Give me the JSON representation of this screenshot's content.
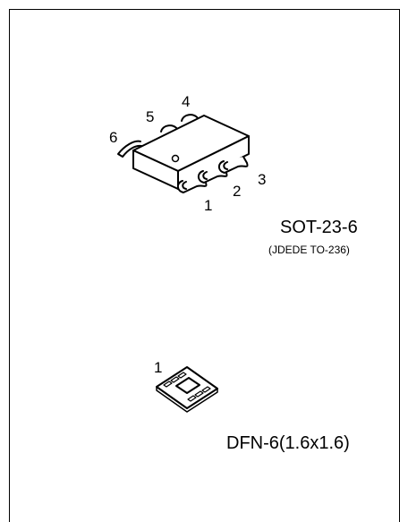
{
  "sot": {
    "name": "SOT-23-6",
    "subtitle": "(JDEDE TO-236)",
    "pins": [
      "1",
      "2",
      "3",
      "4",
      "5",
      "6"
    ]
  },
  "dfn": {
    "name": "DFN-6(1.6x1.6)",
    "pin1": "1"
  }
}
